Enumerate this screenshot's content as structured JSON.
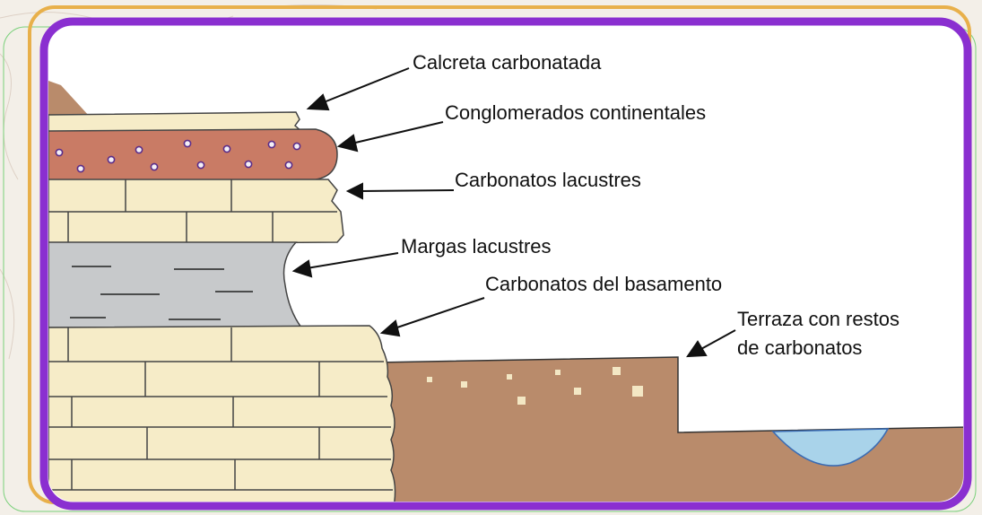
{
  "diagram": {
    "labels": {
      "calcreta": "Calcreta carbonatada",
      "conglomerados": "Conglomerados continentales",
      "carbonatos_lacustres": "Carbonatos lacustres",
      "margas": "Margas lacustres",
      "basamento": "Carbonatos del basamento",
      "terraza_line1": "Terraza con restos",
      "terraza_line2": "de carbonatos"
    },
    "colors": {
      "frame_purple": "#8a2fd0",
      "frame_orange": "#e8b04a",
      "limestone": "#f6ecc8",
      "conglomerate": "#c97b65",
      "marl": "#c7c9cb",
      "soil": "#b98b6b",
      "water": "#a9d3ea"
    }
  }
}
